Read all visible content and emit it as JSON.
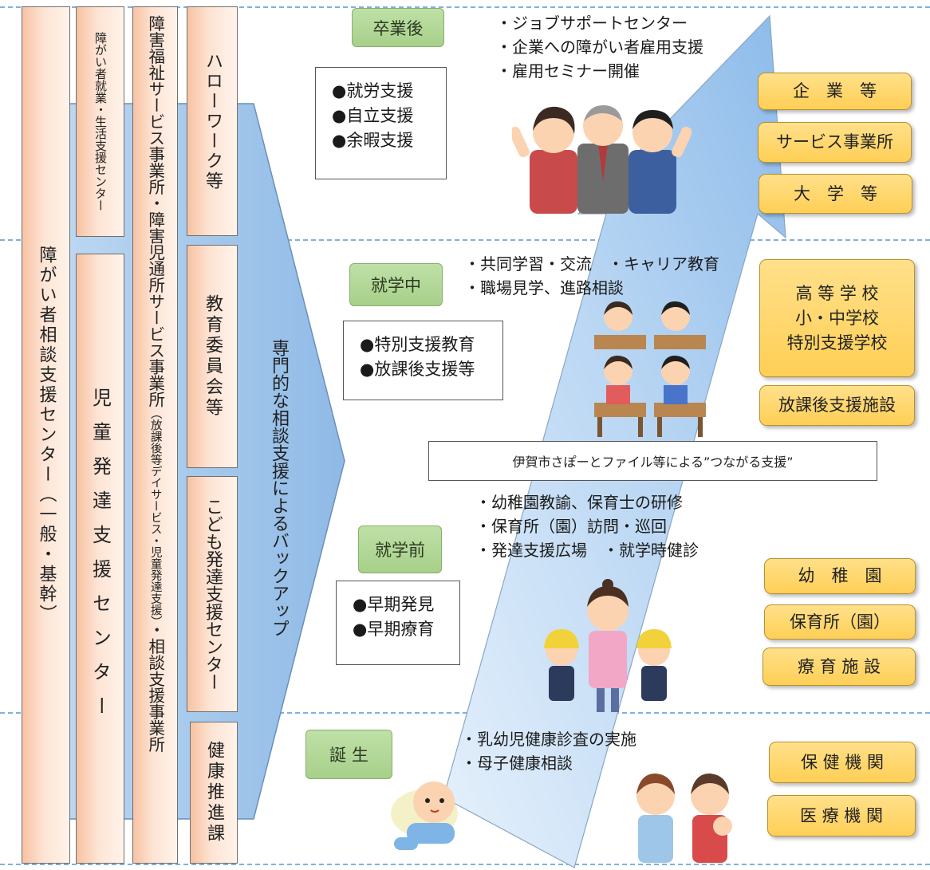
{
  "columns": {
    "consultation_center": "障がい者相談支援センター（一般・基幹）",
    "employment_center": "障がい者就業・生活支援センター",
    "child_dev_center": "児童発達支援センター",
    "welfare_service_line1": "障害福祉サービス事業所・障害児通所サービス事業所",
    "welfare_service_note": "（放課後等デイサービス・児童発達支援）",
    "welfare_service_line2": "・相談支援事業所",
    "hello_work": "ハローワーク等",
    "education_board": "教育委員会等",
    "kodomo_center": "こども発達支援センター",
    "health_promotion": "健康推進課"
  },
  "backup_label": "専門的な相談支援によるバックアップ",
  "stages": {
    "after_graduation": "卒業後",
    "in_school": "就学中",
    "preschool": "就学前",
    "birth": "誕 生"
  },
  "panels": {
    "after_graduation": [
      "●就労支援",
      "●自立支援",
      "●余暇支援"
    ],
    "in_school": [
      "●特別支援教育",
      "●放課後支援等"
    ],
    "preschool": [
      "●早期発見",
      "●早期療育"
    ]
  },
  "bullets": {
    "after_graduation": [
      "・ジョブサポートセンター",
      "・企業への障がい者雇用支援",
      "・雇用セミナー開催"
    ],
    "in_school": [
      "・共同学習・交流　・キャリア教育",
      "・職場見学、進路相談"
    ],
    "preschool": [
      "・幼稚園教諭、保育士の研修",
      "・保育所（園）訪問・巡回",
      "・発達支援広場　・就学時健診"
    ],
    "birth": [
      "・乳幼児健康診査の実施",
      "・母子健康相談"
    ]
  },
  "banner": "伊賀市さぽーとファイル等による”つながる支援”",
  "institutions": {
    "companies": "企　業　等",
    "service_offices": "サービス事業所",
    "universities": "大　学　等",
    "schools": [
      "高 等 学 校",
      "小・中学校",
      "特別支援学校"
    ],
    "after_school": "放課後支援施設",
    "kindergarten": "幼　稚　園",
    "nursery": "保育所（園）",
    "therapy": "療 育 施 設",
    "health_agencies": "保 健 機 関",
    "medical_agencies": "医 療 機 関"
  },
  "colors": {
    "column_fill": "#f7c2a2",
    "backup_arrow": "#9cc3ea",
    "stage_fill": "#a7d08a",
    "institution_fill": "#ffcf56",
    "growth_arrow": "#a9cdf2"
  },
  "icons": {
    "adults": "cheering-adults-icon",
    "students": "students-at-desks-icon",
    "teacher": "teacher-with-children-icon",
    "baby": "crawling-baby-icon",
    "mother": "mother-with-baby-icon"
  }
}
